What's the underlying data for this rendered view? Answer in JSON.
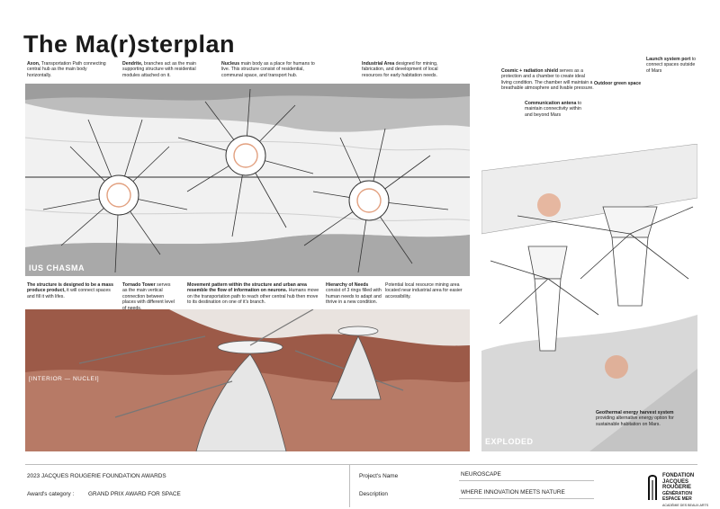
{
  "title": "The Ma(r)sterplan",
  "top_annotations": [
    {
      "lead": "Axon,",
      "text": " Transportation Path connecting central hub as the main body horizontally."
    },
    {
      "lead": "Dendrite,",
      "text": " branches act as the main supporting structure with residential modules attached on it."
    },
    {
      "lead": "Nucleus",
      "text": " main body as a place for humans to live. This structure consist of residential, communal space, and transport hub."
    },
    {
      "lead": "Industrial Area",
      "text": " designed for mining, fabrication, and development of local resources for early habitation needs."
    }
  ],
  "exploded_annotations": [
    {
      "lead": "Cosmic + radiation shield",
      "text": " serves as a protection and a chamber to create ideal living condition. The chamber will maintain a breathable atmosphere and livable pressure."
    },
    {
      "lead": "Launch system port",
      "text": " to connect spaces outside of Mars"
    },
    {
      "lead": "Outdoor green space",
      "text": ""
    },
    {
      "lead": "Communication antena",
      "text": " to maintain connectivity within and beyond Mars"
    },
    {
      "lead": "Geothermal energy harvest system",
      "text": " providing alternative energy option for sustainable habitation on Mars."
    }
  ],
  "mid_annotations": [
    {
      "lead": "The structure is designed to be a mass produce product,",
      "text": " it will connect spaces and fill it with lifes."
    },
    {
      "lead": "Tornado Tower",
      "text": " serves as the main vertical connection between places with different level of needs."
    },
    {
      "lead": "Movement pattern within the structure and urban area resemble the flow of information on neurons.",
      "text": " Humans move on the transportation path to reach other central hub then move to its destination on one of it's branch."
    },
    {
      "lead": "Hierarchy of Needs",
      "text": " consist of 3 rings filled with human needs to adapt and thrive in a new condition."
    },
    {
      "lead": "",
      "text": "Potential local resource mining area located near industrial area for easier accessibility."
    }
  ],
  "panel_labels": {
    "plan": "IUS CHASMA",
    "interior": "[INTERIOR — NUCLEI]",
    "exploded": "EXPLODED"
  },
  "footer": {
    "awards": "2023 JACQUES ROUGERIE  FOUNDATION AWARDS",
    "category_label": "Award's category :",
    "category_value": "GRAND PRIX AWARD FOR SPACE",
    "project_label": "Project's Name",
    "project_value": "NEUROSCAPE",
    "description_label": "Description",
    "description_value": "WHERE INNOVATION MEETS NATURE"
  },
  "logo": {
    "line1": "FONDATION",
    "line2": "JACQUES ROUGERIE",
    "line3": "GÉNÉRATION ESPACE MER",
    "line4": "ACADÉMIE DES BEAUX-ARTS"
  },
  "colors": {
    "terrain_red": "#9c5a48",
    "terrain_light": "#c08a78",
    "plan_grey": "#c9c9c9",
    "accent_orange": "#e2a07f"
  }
}
